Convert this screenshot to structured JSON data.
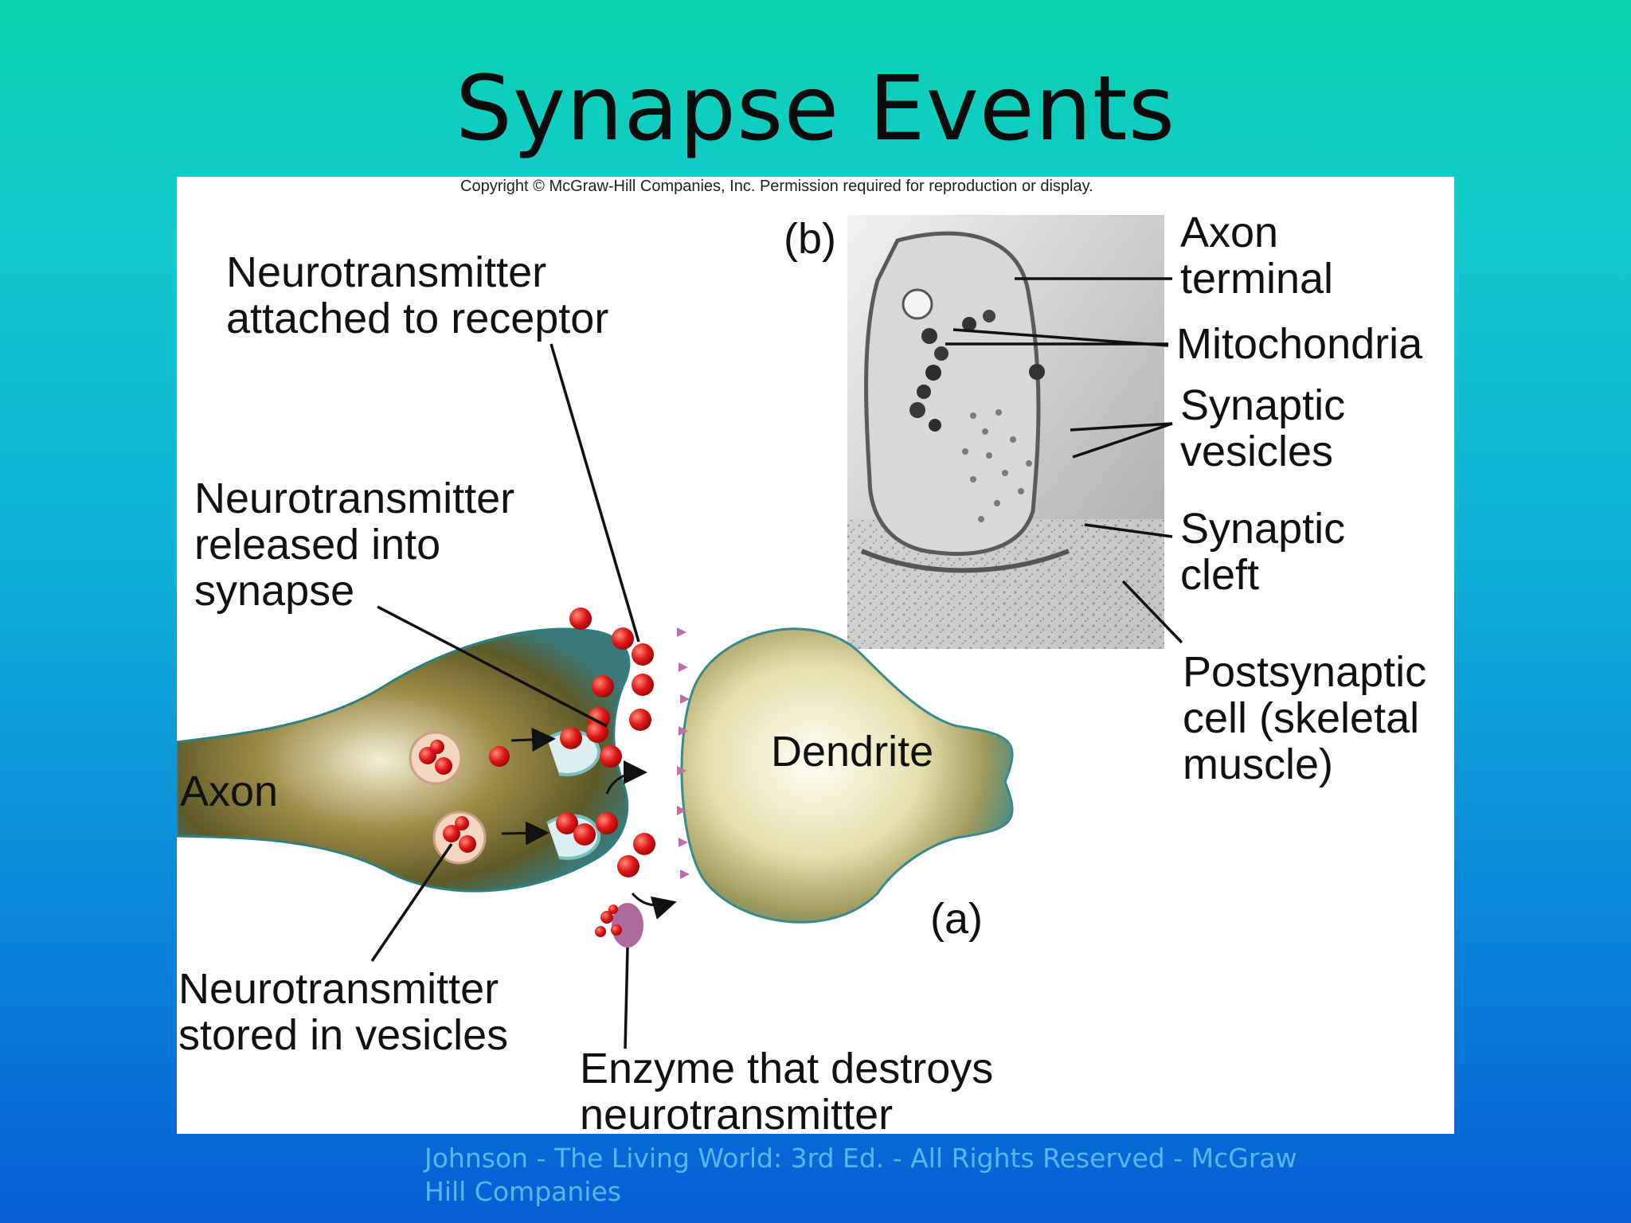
{
  "slide": {
    "title": "Synapse Events",
    "footer": "Johnson - The Living World: 3rd Ed.  - All Rights Reserved - McGraw Hill Companies"
  },
  "figure": {
    "copyright": "Copyright © McGraw-Hill Companies, Inc. Permission required for reproduction or display.",
    "panel_a": {
      "marker": "(a)",
      "labels": {
        "attached": [
          "Neurotransmitter",
          "attached to receptor"
        ],
        "released": [
          "Neurotransmitter",
          "released into",
          "synapse"
        ],
        "axon": "Axon",
        "dendrite": "Dendrite",
        "stored": [
          "Neurotransmitter",
          "stored in vesicles"
        ],
        "enzyme": [
          "Enzyme that destroys",
          "neurotransmitter"
        ]
      }
    },
    "panel_b": {
      "marker": "(b)",
      "labels": {
        "axon_terminal": [
          "Axon",
          "terminal"
        ],
        "mitochondria": "Mitochondria",
        "synaptic_vesicles": [
          "Synaptic",
          "vesicles"
        ],
        "synaptic_cleft": [
          "Synaptic",
          "cleft"
        ],
        "postsynaptic": [
          "Postsynaptic",
          "cell (skeletal",
          "muscle)"
        ]
      }
    },
    "colors": {
      "neurotransmitter": "#e01818",
      "axon_body": "#7a6a2a",
      "dendrite_body": "#d9cf9a",
      "receptor": "#c070a8",
      "enzyme": "#a0508c"
    }
  }
}
